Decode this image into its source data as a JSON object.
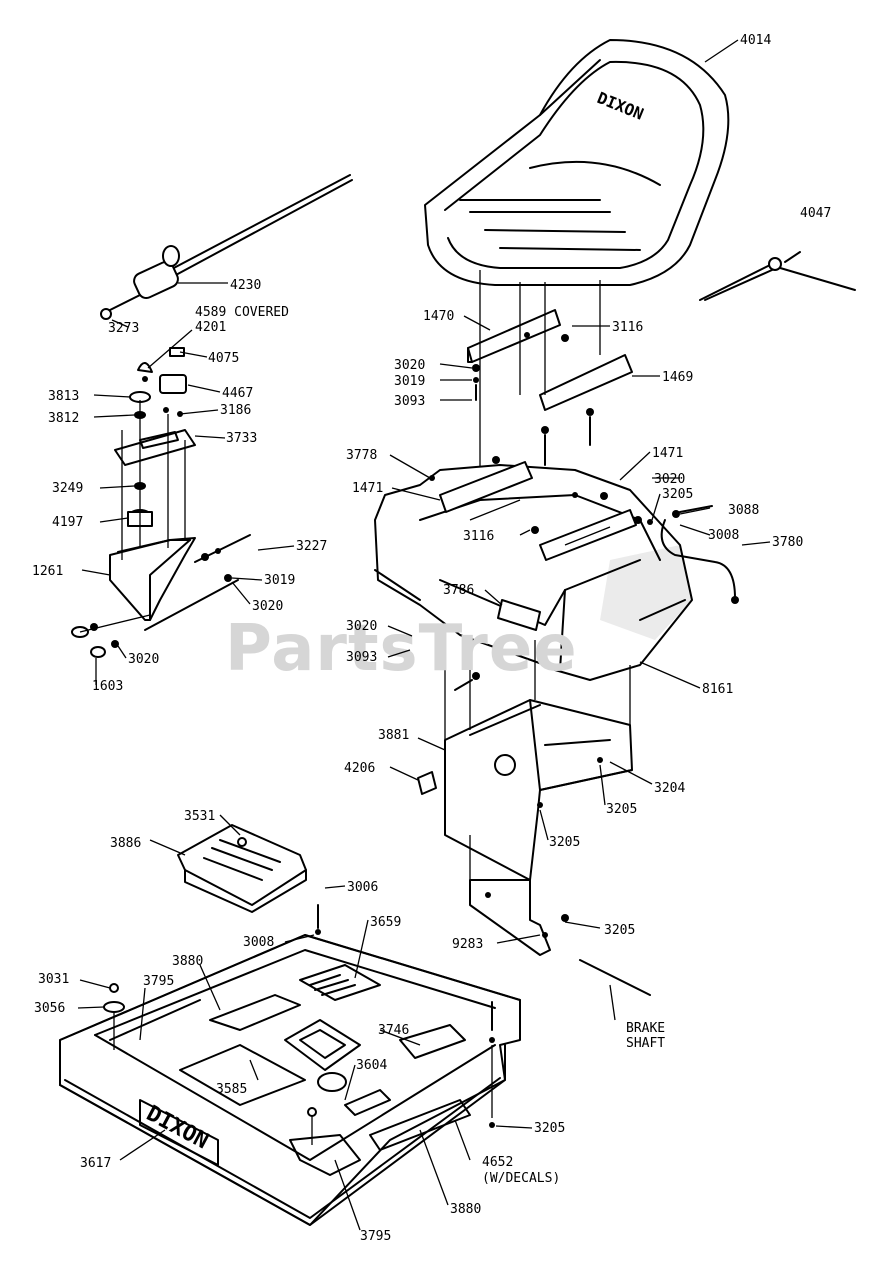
{
  "watermark": "PartsTree",
  "brand": "DIXON",
  "labels": {
    "p4014": "4014",
    "p4047": "4047",
    "p4230": "4230",
    "p3273": "3273",
    "p4589": "4589 COVERED",
    "p4201": "4201",
    "p4075": "4075",
    "p4467": "4467",
    "p3813": "3813",
    "p3812": "3812",
    "p3186": "3186",
    "p3733": "3733",
    "p3249": "3249",
    "p4197": "4197",
    "p1261": "1261",
    "p3227": "3227",
    "p3019a": "3019",
    "p3020a": "3020",
    "p3020b": "3020",
    "p1603": "1603",
    "p1470": "1470",
    "p3116a": "3116",
    "p3020c": "3020",
    "p3019b": "3019",
    "p3093a": "3093",
    "p1469": "1469",
    "p3778": "3778",
    "p1471a": "1471",
    "p1471b": "1471",
    "p3020d": "3020",
    "p3205a": "3205",
    "p3088": "3088",
    "p3008a": "3008",
    "p3116b": "3116",
    "p3780": "3780",
    "p3786": "3786",
    "p3020e": "3020",
    "p3093b": "3093",
    "p8161": "8161",
    "p3881": "3881",
    "p4206": "4206",
    "p3204": "3204",
    "p3205b": "3205",
    "p3205c": "3205",
    "p3531": "3531",
    "p3886": "3886",
    "p3006": "3006",
    "p3008b": "3008",
    "p3659": "3659",
    "p9283": "9283",
    "p3205d": "3205",
    "p3880a": "3880",
    "p3031": "3031",
    "p3795a": "3795",
    "p3056": "3056",
    "p3746": "3746",
    "p3604": "3604",
    "p3585": "3585",
    "p3617": "3617",
    "p3205e": "3205",
    "p4652a": "4652",
    "p4652b": "(W/DECALS)",
    "p3795b": "3795",
    "p3880b": "3880",
    "brake1": "BRAKE",
    "brake2": "SHAFT"
  }
}
